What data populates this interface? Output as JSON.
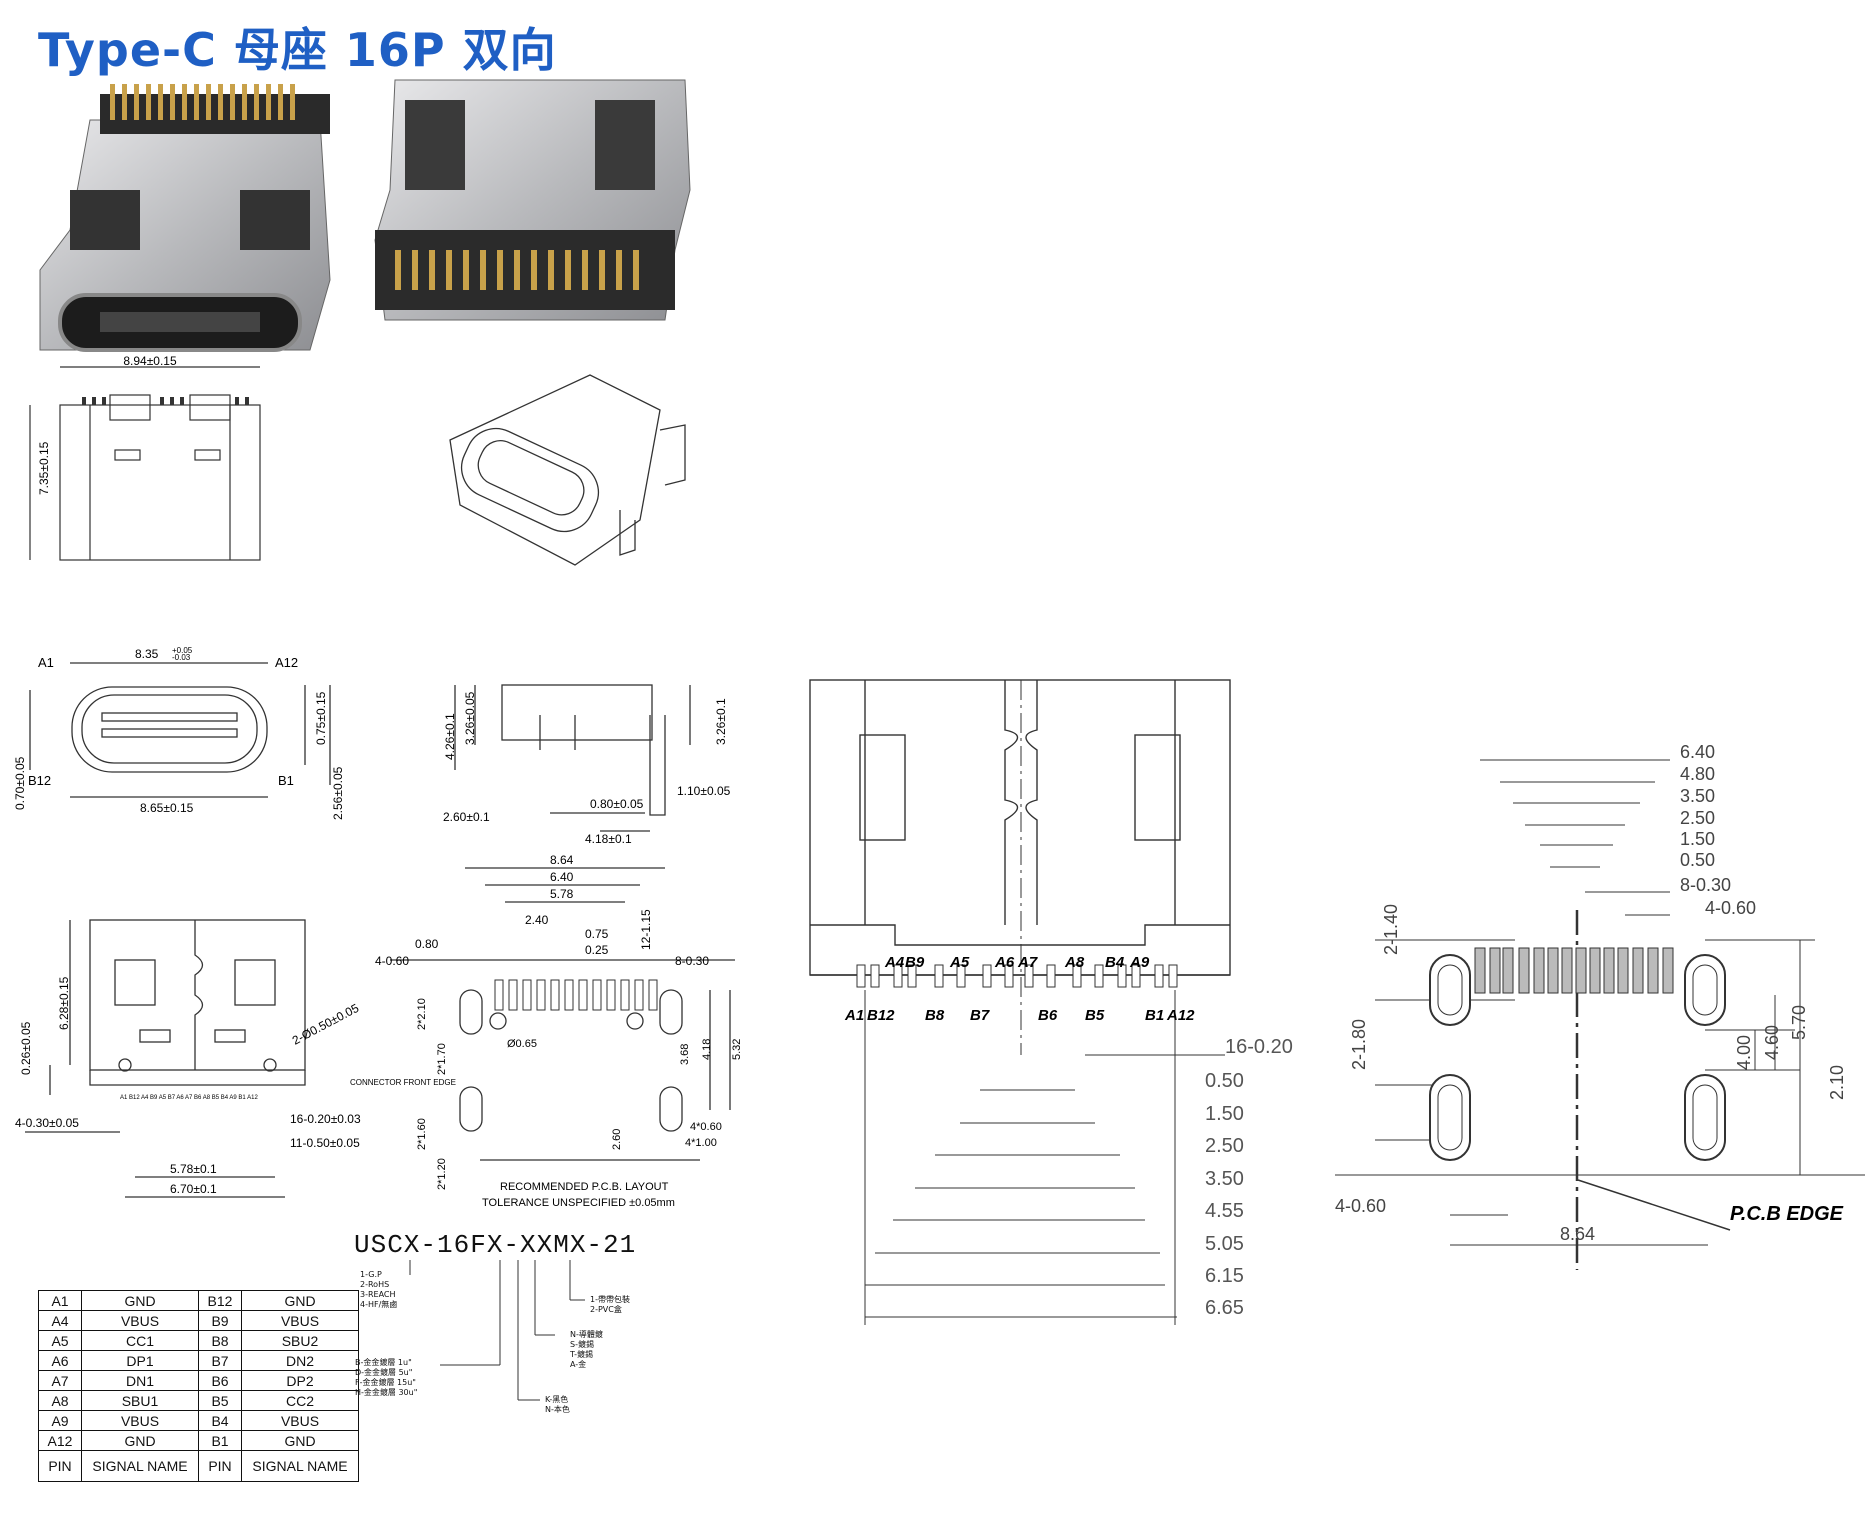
{
  "title": "Type-C 母座  16P 双向",
  "photos": {
    "left_alt": "connector-photo-top",
    "right_alt": "connector-photo-rear"
  },
  "top_view": {
    "width_dim": "8.94±0.15",
    "height_dim": "7.35±0.15"
  },
  "front_view": {
    "top_dim": "8.35",
    "top_tol_upper": "+0.05",
    "top_tol_lower": "-0.03",
    "bottom_dim": "8.65±0.15",
    "right_dim_a": "0.75±0.15",
    "right_dim_b": "2.56±0.05",
    "left_dim": "0.70±0.05",
    "labels": [
      "A1",
      "A12",
      "B12",
      "B1"
    ]
  },
  "side_view": {
    "dims": [
      "4.26±0.1",
      "3.26±0.05",
      "3.26±0.1",
      "1.10±0.05",
      "0.80±0.05",
      "2.60±0.1",
      "4.18±0.1"
    ]
  },
  "bottom_view": {
    "left_dim_a": "6.28±0.15",
    "left_dim_b": "0.26±0.05",
    "diag_dim": "2-Ø0.50±0.05",
    "dims": [
      "16-0.20±0.03",
      "11-0.50±0.05",
      "4-0.30±0.05",
      "5.78±0.1",
      "6.70±0.1"
    ],
    "pin_row": "A1 B12 A4 B9 A5 B7 A6 A7 B6 A8 B5 B4 A9 B1 A12"
  },
  "pcb_layout": {
    "dims_top": [
      "8.64",
      "6.40",
      "5.78",
      "2.40",
      "0.75",
      "0.25",
      "0.80",
      "12-1.15"
    ],
    "dims_side": [
      "4-0.60",
      "8-0.30",
      "2*2.10",
      "2*1.70",
      "Ø0.65",
      "3.68",
      "4.18",
      "5.32",
      "2*1.60",
      "2*1.20",
      "2.60",
      "4*0.60",
      "4*1.00"
    ],
    "front_edge": "CONNECTOR\nFRONT EDGE",
    "caption1": "RECOMMENDED   P.C.B.  LAYOUT",
    "caption2": "TOLERANCE  UNSPECIFIED  ±0.05mm"
  },
  "part_number": {
    "code": "USCX-16FX-XXMX-21",
    "opt_a": [
      "1-G.P",
      "2-RoHS",
      "3-REACH",
      "4-HF/無鹵"
    ],
    "opt_b": [
      "1-帶帶包裝",
      "2-PVC盒"
    ],
    "opt_c": [
      "N-導體鍍",
      "S-鍍錫",
      "T-鍍錫",
      "A-金"
    ],
    "opt_d": [
      "B-金金鍍層 1u\"",
      "D-金金鍍層 5u\"",
      "F-金金鍍層 15u\"",
      "H-金金鍍層 30u\""
    ],
    "opt_e": [
      "K-黑色",
      "N-本色"
    ]
  },
  "pinout_table": {
    "rows": [
      [
        "A1",
        "GND",
        "B12",
        "GND"
      ],
      [
        "A4",
        "VBUS",
        "B9",
        "VBUS"
      ],
      [
        "A5",
        "CC1",
        "B8",
        "SBU2"
      ],
      [
        "A6",
        "DP1",
        "B7",
        "DN2"
      ],
      [
        "A7",
        "DN1",
        "B6",
        "DP2"
      ],
      [
        "A8",
        "SBU1",
        "B5",
        "CC2"
      ],
      [
        "A9",
        "VBUS",
        "B4",
        "VBUS"
      ],
      [
        "A12",
        "GND",
        "B1",
        "GND"
      ]
    ],
    "header": [
      "PIN",
      "SIGNAL NAME",
      "PIN",
      "SIGNAL NAME"
    ]
  },
  "pin_detail": {
    "top_labels": [
      "A4",
      "B9",
      "A5",
      "A6",
      "A7",
      "A8",
      "B4",
      "A9"
    ],
    "bottom_labels": [
      "A1",
      "B12",
      "B8",
      "B7",
      "B6",
      "B5",
      "B1",
      "A12"
    ],
    "dims": [
      "16-0.20",
      "0.50",
      "1.50",
      "2.50",
      "3.50",
      "4.55",
      "5.05",
      "6.15",
      "6.65"
    ]
  },
  "pcb_detail": {
    "dims_right": [
      "6.40",
      "4.80",
      "3.50",
      "2.50",
      "1.50",
      "0.50",
      "8-0.30",
      "4-0.60"
    ],
    "vert_dims": [
      "2-1.40",
      "2-1.80",
      "4.00",
      "4.60",
      "5.70",
      "2.10"
    ],
    "bottom_dims": [
      "4-0.60",
      "8.64"
    ],
    "edge_label": "P.C.B EDGE"
  }
}
